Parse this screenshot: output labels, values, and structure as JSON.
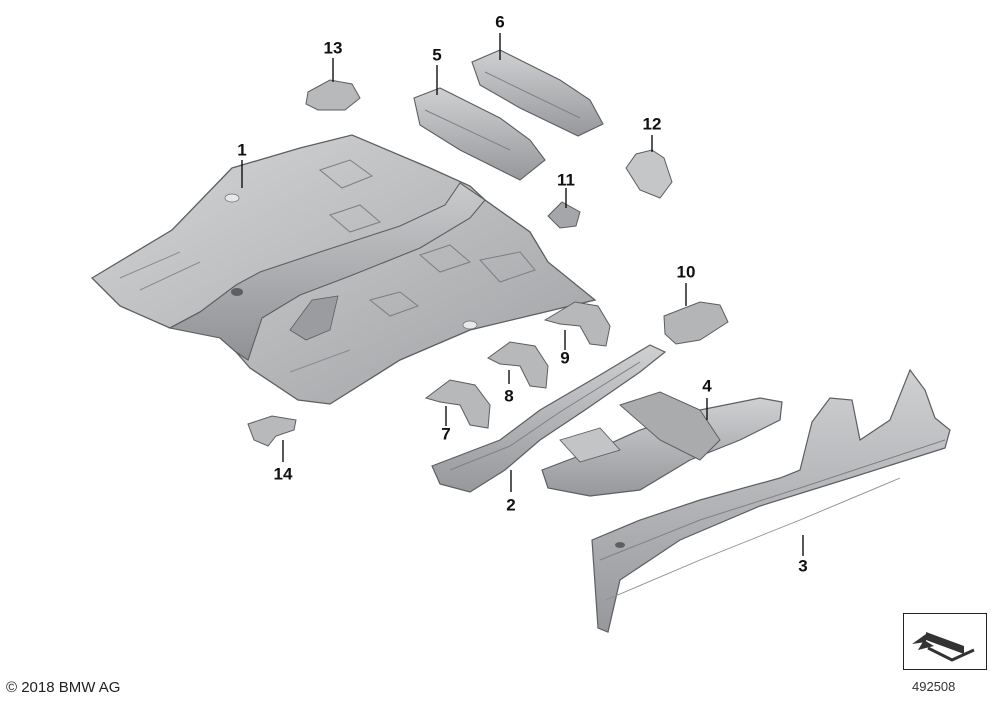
{
  "parts": [
    {
      "number": "1"
    },
    {
      "number": "2"
    },
    {
      "number": "3"
    },
    {
      "number": "4"
    },
    {
      "number": "5"
    },
    {
      "number": "6"
    },
    {
      "number": "7"
    },
    {
      "number": "8"
    },
    {
      "number": "9"
    },
    {
      "number": "10"
    },
    {
      "number": "11"
    },
    {
      "number": "12"
    },
    {
      "number": "13"
    },
    {
      "number": "14"
    }
  ],
  "footer": {
    "copyright": "© 2018 BMW AG",
    "diagram_number": "492508"
  },
  "colors": {
    "part_fill": "#b9bbbd",
    "part_light": "#d6d7d9",
    "part_dark": "#8e9093",
    "outline": "#5c5e61",
    "label": "#111111"
  },
  "icons": {
    "orientation": "vehicle-direction-arrow-icon"
  }
}
